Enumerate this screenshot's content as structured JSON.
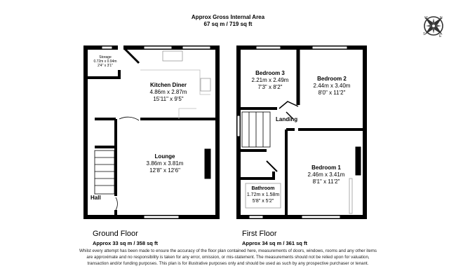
{
  "header": {
    "title": "Approx Gross Internal Area",
    "area": "67 sq m / 719 sq ft"
  },
  "compass": {
    "icon": "compass-rose-icon",
    "labels": [
      "N",
      "E",
      "S",
      "W"
    ]
  },
  "ground_floor": {
    "name": "Ground Floor",
    "area": "Approx 33 sq m / 358 sq ft",
    "rooms": {
      "storage": {
        "name": "Storage",
        "metric": "0.72m x 0.94m",
        "imperial": "2'4\" x 3'1\""
      },
      "kitchen": {
        "name": "Kitchen Diner",
        "metric": "4.86m x 2.87m",
        "imperial": "15'11\" x 9'5\""
      },
      "lounge": {
        "name": "Lounge",
        "metric": "3.86m x 3.81m",
        "imperial": "12'8\" x 12'6\""
      },
      "hall": {
        "name": "Hall"
      }
    }
  },
  "first_floor": {
    "name": "First Floor",
    "area": "Approx 34 sq m / 361 sq ft",
    "rooms": {
      "bedroom3": {
        "name": "Bedroom 3",
        "metric": "2.21m x 2.49m",
        "imperial": "7'3\" x 8'2\""
      },
      "bedroom2": {
        "name": "Bedroom 2",
        "metric": "2.44m x 3.40m",
        "imperial": "8'0\" x 11'2\""
      },
      "landing": {
        "name": "Landing"
      },
      "bedroom1": {
        "name": "Bedroom 1",
        "metric": "2.46m x 3.41m",
        "imperial": "8'1\" x 11'2\""
      },
      "bathroom": {
        "name": "Bathroom",
        "metric": "1.72m x 1.58m",
        "imperial": "5'8\" x 5'2\""
      }
    }
  },
  "disclaimer": "Whilst every attempt has been made to ensure the accuracy of the floor plan contained here, measurements of doors, windows, rooms and any other items are approximate and no responsibility is taken for any error, omission, or mis-statement. The measurements should not be relied upon for valuation, transaction and/or funding purposes. This plan is for illustrative purposes only and should be used as such by any prospective purchaser or tenant."
}
